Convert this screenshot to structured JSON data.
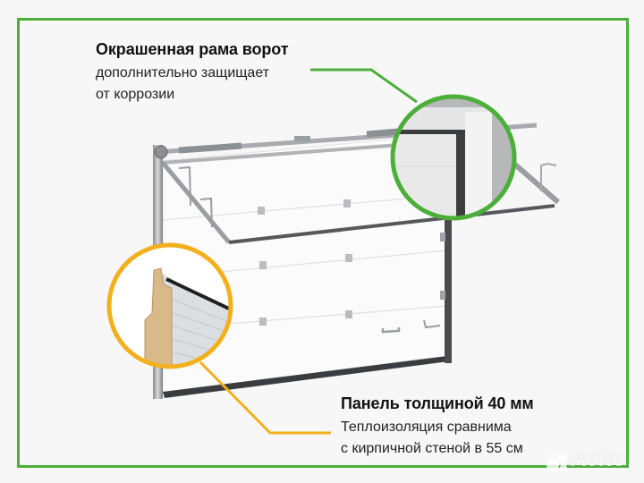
{
  "callouts": {
    "frame": {
      "title": "Окрашенная рама ворот",
      "line1": "дополнительно защищает",
      "line2": "от коррозии",
      "accent_color": "#4caf3a"
    },
    "panel": {
      "title": "Панель толщиной 40 мм",
      "line1": "Теплоизоляция сравнима",
      "line2": "с кирпичной стеной в 55 см",
      "accent_color": "#f2b01e"
    }
  },
  "watermark": {
    "text": "Avito"
  },
  "colors": {
    "border": "#4caf3a",
    "background": "#f7f7f8",
    "panel_core": "#d9b98a"
  }
}
